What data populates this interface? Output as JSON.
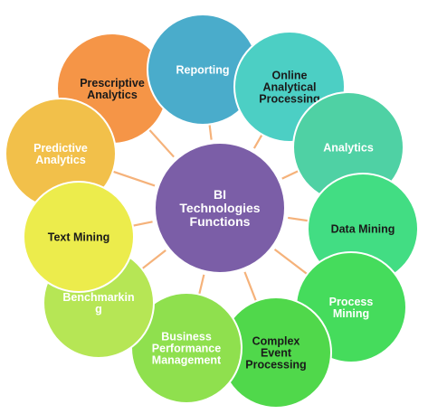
{
  "hub": {
    "lines": [
      "BI",
      "Technologies",
      "Functions"
    ],
    "color": "#7b5ea7",
    "text_color": "#ffffff"
  },
  "connector_color": "#f5b27a",
  "nodes": [
    {
      "name": "reporting",
      "lines": [
        "Reporting"
      ],
      "color": "#4aaccb",
      "text_color": "#ffffff"
    },
    {
      "name": "olap",
      "lines": [
        "Online",
        "Analytical",
        "Processing"
      ],
      "color": "#4ccfc4",
      "text_color": "#1a1a1a"
    },
    {
      "name": "analytics",
      "lines": [
        "Analytics"
      ],
      "color": "#4fd1a4",
      "text_color": "#ffffff"
    },
    {
      "name": "data-mining",
      "lines": [
        "Data Mining"
      ],
      "color": "#42dd83",
      "text_color": "#1a1a1a"
    },
    {
      "name": "process-mining",
      "lines": [
        "Process",
        "Mining"
      ],
      "color": "#45dc5c",
      "text_color": "#ffffff"
    },
    {
      "name": "complex-event-processing",
      "lines": [
        "Complex",
        "Event",
        "Processing"
      ],
      "color": "#50d84b",
      "text_color": "#1a1a1a"
    },
    {
      "name": "business-performance-management",
      "lines": [
        "Business",
        "Performance",
        "Management"
      ],
      "color": "#8fe04e",
      "text_color": "#ffffff"
    },
    {
      "name": "benchmarking",
      "lines": [
        "Benchmarkin",
        "g"
      ],
      "color": "#b6e655",
      "text_color": "#ffffff"
    },
    {
      "name": "text-mining",
      "lines": [
        "Text Mining"
      ],
      "color": "#ecec4c",
      "text_color": "#1a1a1a"
    },
    {
      "name": "predictive-analytics",
      "lines": [
        "Predictive",
        "Analytics"
      ],
      "color": "#f2c04a",
      "text_color": "#ffffff"
    },
    {
      "name": "prescriptive-analytics",
      "lines": [
        "Prescriptive",
        "Analytics"
      ],
      "color": "#f59547",
      "text_color": "#1a1a1a"
    }
  ]
}
